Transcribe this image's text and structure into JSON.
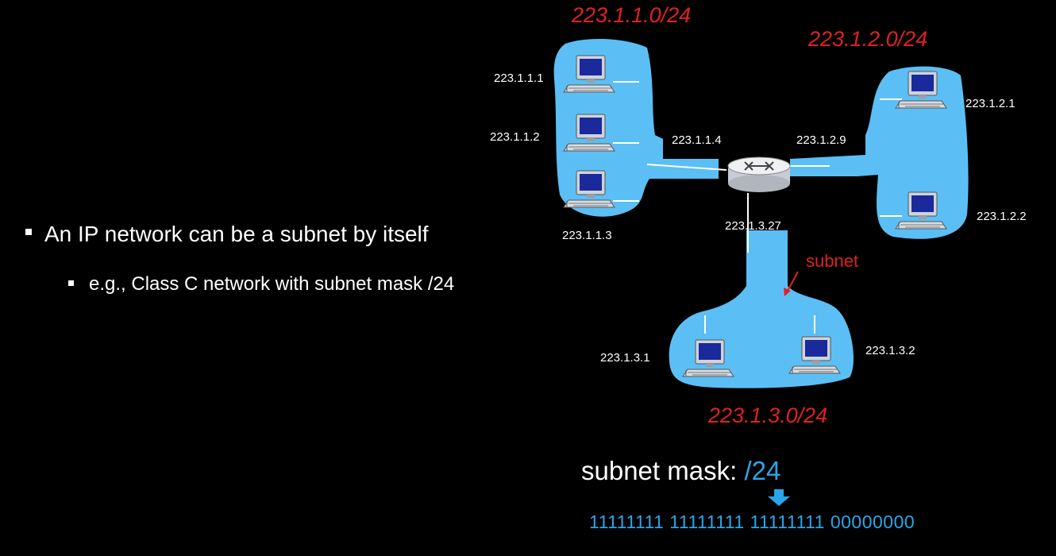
{
  "bullets": {
    "main": "An IP network can be a subnet by itself",
    "sub": "e.g., Class C network with subnet mask /24"
  },
  "diagram": {
    "networks": [
      "223.1.1.0/24",
      "223.1.2.0/24",
      "223.1.3.0/24"
    ],
    "hosts": {
      "h111": "223.1.1.1",
      "h112": "223.1.1.2",
      "h113": "223.1.1.3",
      "h114": "223.1.1.4",
      "h129": "223.1.2.9",
      "h121": "223.1.2.1",
      "h122": "223.1.2.2",
      "h1327": "223.1.3.27",
      "h131": "223.1.3.1",
      "h132": "223.1.3.2"
    },
    "subnet_label": "subnet"
  },
  "mask": {
    "prefix": "subnet mask: ",
    "value": "/24",
    "bits": "11111111 11111111 11111111 00000000"
  },
  "colors": {
    "cloud": "#5bbff5",
    "red": "#e02020",
    "blue": "#2aa6e8"
  }
}
